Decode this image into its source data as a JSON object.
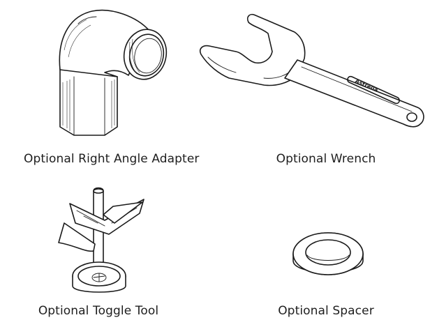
{
  "items": [
    {
      "caption": "Optional Right Angle Adapter",
      "icon": "right-angle-adapter-icon"
    },
    {
      "caption": "Optional Wrench",
      "icon": "wrench-icon",
      "engraving": "Astrella"
    },
    {
      "caption": "Optional Toggle Tool",
      "icon": "toggle-tool-icon"
    },
    {
      "caption": "Optional Spacer",
      "icon": "spacer-icon"
    }
  ]
}
